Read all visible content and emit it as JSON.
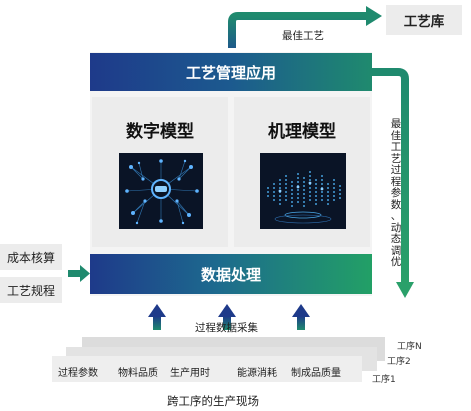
{
  "top_right": {
    "arrow_label": "最佳工艺",
    "library_box": "工艺库"
  },
  "main": {
    "app_bar": "工艺管理应用",
    "models": [
      {
        "title": "数字模型"
      },
      {
        "title": "机理模型"
      }
    ],
    "processing_bar": "数据处理"
  },
  "right_side": {
    "vertical_label_chars": [
      "最",
      "佳",
      "工",
      "艺",
      "过",
      "程",
      "参",
      "数",
      "、",
      "动",
      "态",
      "调",
      "优"
    ]
  },
  "left_side": {
    "inputs": [
      "成本核算",
      "工艺规程"
    ]
  },
  "collection": {
    "label": "过程数据采集"
  },
  "layers": {
    "labels": [
      "工序N",
      "工序2",
      "工序1"
    ],
    "columns": [
      "过程参数",
      "物料品质",
      "生产用时",
      "能源消耗",
      "制成品质量"
    ]
  },
  "footer": {
    "caption": "跨工序的生产现场"
  },
  "colors": {
    "bar_start": "#1e3a8a",
    "bar_end": "#1f8a6e",
    "arrow_teal": "#1f8a6e",
    "panel_gray": "#ececec"
  }
}
